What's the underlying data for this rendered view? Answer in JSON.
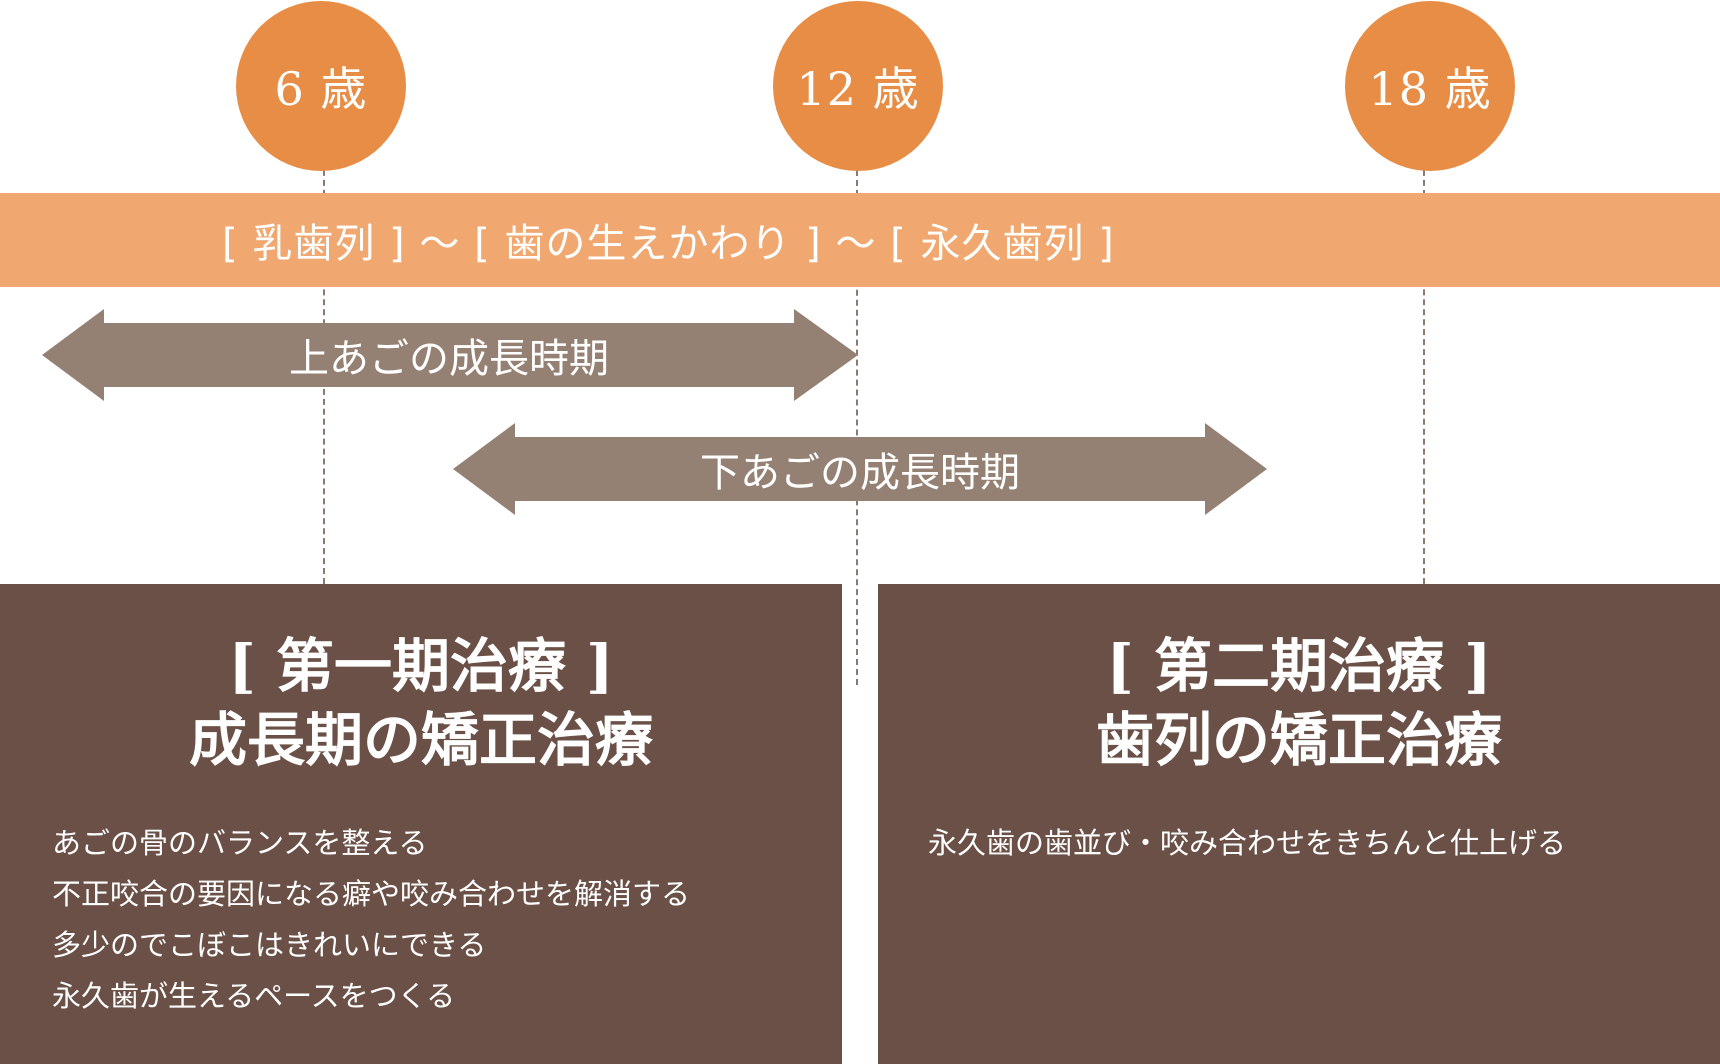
{
  "ages": [
    "6 歳",
    "12 歳",
    "18 歳"
  ],
  "band": {
    "text": "[ 乳歯列 ] 〜 [ 歯の生えかわり ] 〜 [ 永久歯列 ]"
  },
  "arrows": {
    "upper_jaw": "上あごの成長時期",
    "lower_jaw": "下あごの成長時期"
  },
  "phase1": {
    "heading": "[ 第一期治療 ]",
    "subheading": "成長期の矯正治療",
    "items": [
      "あごの骨のバランスを整える",
      "不正咬合の要因になる癖や咬み合わせを解消する",
      "多少のでこぼこはきれいにできる",
      "永久歯が生えるペースをつくる"
    ]
  },
  "phase2": {
    "heading": "[ 第二期治療 ]",
    "subheading": "歯列の矯正治療",
    "items": [
      "永久歯の歯並び・咬み合わせをきちんと仕上げる"
    ]
  },
  "colors": {
    "circle": "#e88d45",
    "band": "#f0a870",
    "arrow": "#958174",
    "box": "#6a5046",
    "dashed_line": "#8a7a70"
  }
}
